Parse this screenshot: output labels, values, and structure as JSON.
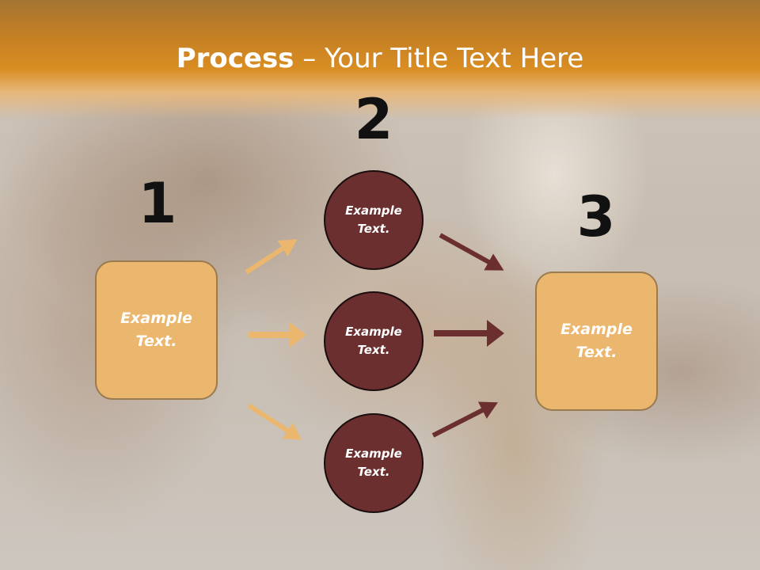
{
  "title": {
    "bold": "Process",
    "rest": " – Your Title Text Here"
  },
  "steps": [
    "1",
    "2",
    "3"
  ],
  "left_box": {
    "text": "Example\nText."
  },
  "right_box": {
    "text": "Example\nText."
  },
  "circles": [
    {
      "text": "Example\nText."
    },
    {
      "text": "Example\nText."
    },
    {
      "text": "Example\nText."
    }
  ],
  "colors": {
    "title_band": "#d98d22",
    "box_fill": "#ebb76e",
    "circle_fill": "#6b2f2f",
    "left_arrows": "#ebb76e",
    "right_arrows": "#6b2f2f"
  }
}
